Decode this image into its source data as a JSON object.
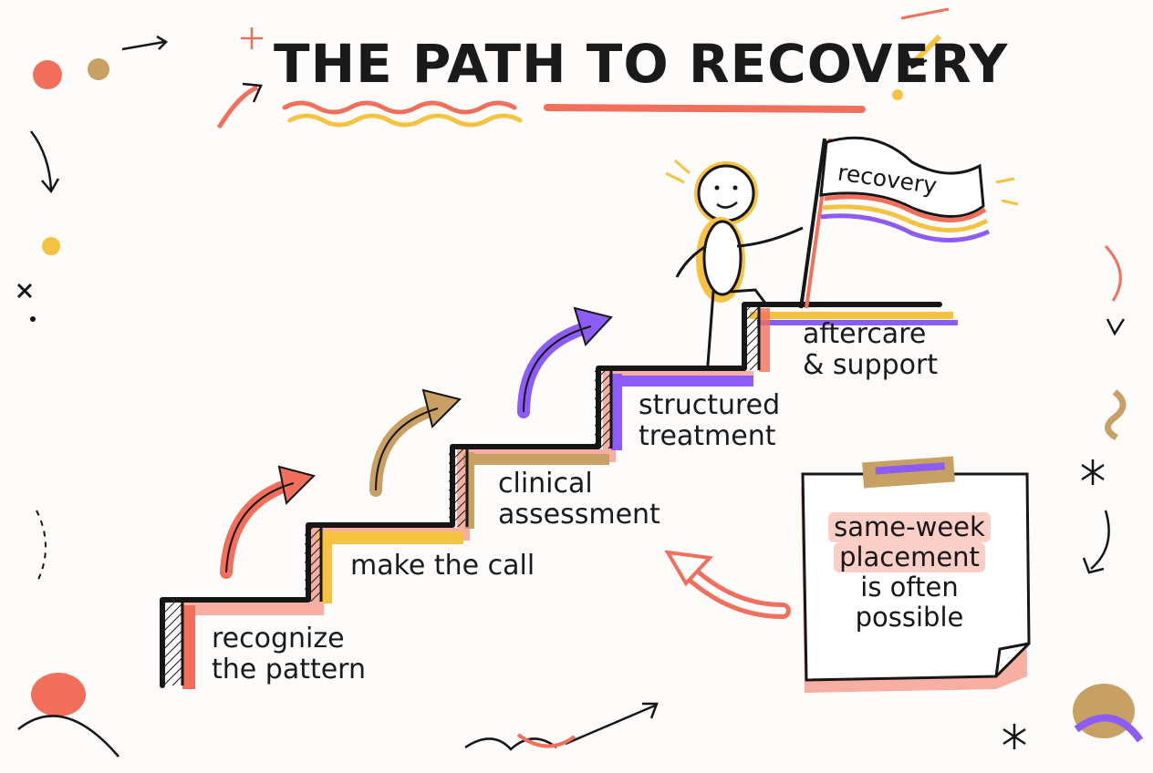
{
  "title": "THE PATH TO RECOVERY",
  "flag_label": "recovery",
  "steps": [
    {
      "line1": "recognize",
      "line2": "the pattern"
    },
    {
      "line1": "make the call"
    },
    {
      "line1": "clinical",
      "line2": "assessment"
    },
    {
      "line1": "structured",
      "line2": "treatment"
    },
    {
      "line1": "aftercare",
      "line2": "& support"
    }
  ],
  "note": {
    "line1": "same-week",
    "line2": "placement",
    "line3": "is often",
    "line4": "possible"
  },
  "colors": {
    "coral": "#f26f5c",
    "yellow": "#f5c242",
    "tan": "#c9a063",
    "purple": "#8b5cf6",
    "ink": "#161616",
    "paper": "#fdfcfa"
  }
}
